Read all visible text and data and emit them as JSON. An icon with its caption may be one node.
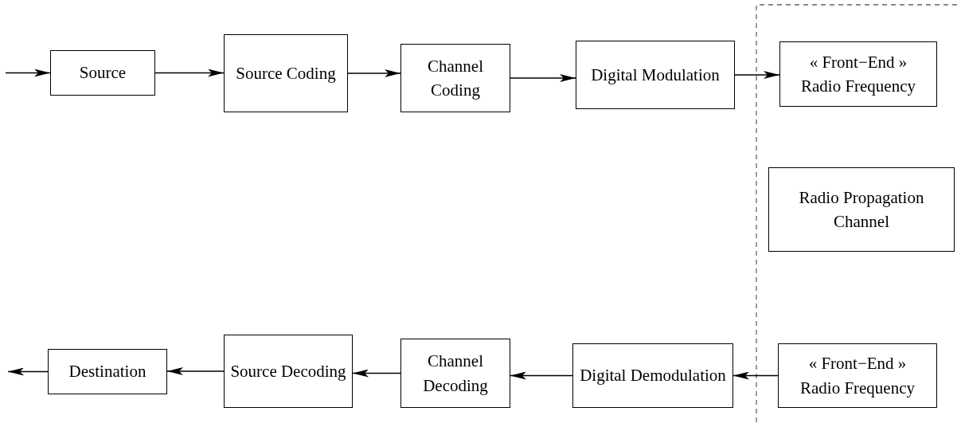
{
  "diagram": {
    "nodes": [
      {
        "text": [
          "Source"
        ]
      },
      {
        "text": [
          "Source Coding"
        ]
      },
      {
        "text": [
          "Channel Coding"
        ]
      },
      {
        "text": [
          "Digital Modulation"
        ]
      },
      {
        "text": [
          "« Front−End »",
          "Radio Frequency"
        ]
      },
      {
        "text": [
          "Radio Propagation Channel"
        ]
      },
      {
        "text": [
          "« Front−End »",
          "Radio Frequency"
        ]
      },
      {
        "text": [
          "Digital Demodulation"
        ]
      },
      {
        "text": [
          "Channel Decoding"
        ]
      },
      {
        "text": [
          "Source Decoding"
        ]
      },
      {
        "text": [
          "Destination"
        ]
      }
    ],
    "edges": [
      {
        "from": null,
        "to": 0,
        "arrow": "to"
      },
      {
        "from": 0,
        "to": 1,
        "arrow": "to"
      },
      {
        "from": 1,
        "to": 2,
        "arrow": "to"
      },
      {
        "from": 2,
        "to": 3,
        "arrow": "to"
      },
      {
        "from": 3,
        "to": 4,
        "arrow": "to"
      },
      {
        "from": 6,
        "to": 7,
        "arrow": "to"
      },
      {
        "from": 7,
        "to": 8,
        "arrow": "to"
      },
      {
        "from": 8,
        "to": 9,
        "arrow": "to"
      },
      {
        "from": 9,
        "to": 10,
        "arrow": "to"
      },
      {
        "from": 10,
        "to": null,
        "arrow": "to"
      }
    ]
  }
}
